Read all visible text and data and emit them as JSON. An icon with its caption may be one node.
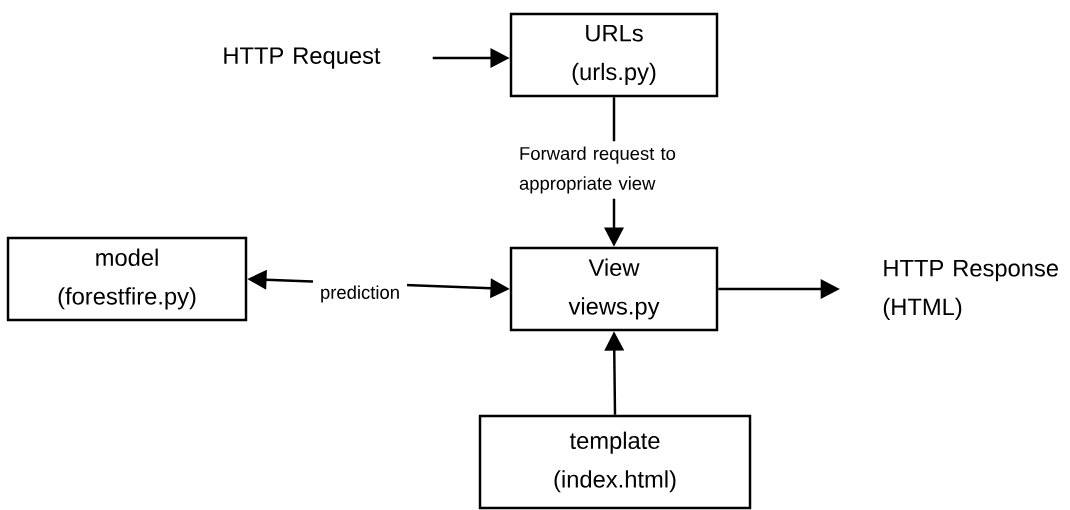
{
  "diagram": {
    "nodes": [
      {
        "text": [
          "HTTP Request"
        ]
      },
      {
        "text": [
          "URLs",
          "(urls.py)"
        ]
      },
      {
        "text": [
          "model",
          "(forestfire.py)"
        ]
      },
      {
        "text": [
          "View",
          "views.py"
        ]
      },
      {
        "text": [
          "HTTP Response (HTML)"
        ]
      },
      {
        "text": [
          "template",
          "(index.html)"
        ]
      }
    ],
    "edges": [
      {
        "from": 0,
        "to": 1,
        "arrow": "to"
      },
      {
        "from": 1,
        "to": 3,
        "arrow": "to",
        "label": "Forward request to appropriate view"
      },
      {
        "from": 2,
        "to": 3,
        "arrow": "both",
        "label": "prediction"
      },
      {
        "from": 3,
        "to": 4,
        "arrow": "to"
      },
      {
        "from": 5,
        "to": 3,
        "arrow": "to"
      }
    ]
  }
}
